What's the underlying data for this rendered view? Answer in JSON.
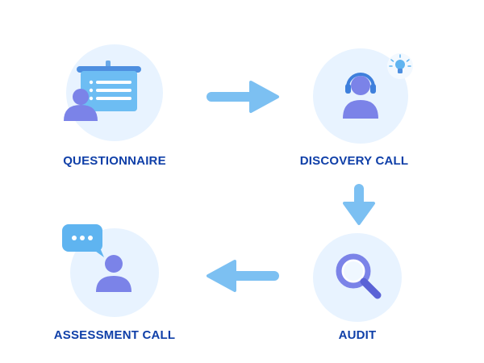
{
  "steps": [
    {
      "label": "QUESTIONNAIRE",
      "icon": "presentation-board-person-icon"
    },
    {
      "label": "DISCOVERY CALL",
      "icon": "headset-person-with-lightbulb-icon"
    },
    {
      "label": "AUDIT",
      "icon": "magnifying-glass-icon"
    },
    {
      "label": "ASSESSMENT CALL",
      "icon": "chat-bubble-person-icon"
    }
  ],
  "flow": [
    {
      "from": "QUESTIONNAIRE",
      "to": "DISCOVERY CALL",
      "direction": "right"
    },
    {
      "from": "DISCOVERY CALL",
      "to": "AUDIT",
      "direction": "down"
    },
    {
      "from": "AUDIT",
      "to": "ASSESSMENT CALL",
      "direction": "left"
    }
  ],
  "colors": {
    "label_text": "#0f3fa8",
    "arrow": "#7cc0f2",
    "circle_bg": "#e8f3ff",
    "icon_purple": "#7b83e8",
    "icon_blue": "#5fb4f0"
  }
}
